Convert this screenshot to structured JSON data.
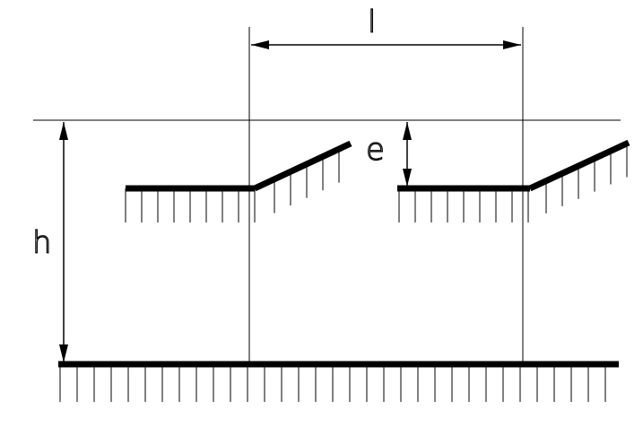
{
  "labels": {
    "l": "l",
    "e": "e",
    "h": "h"
  },
  "colors": {
    "line": "#000000",
    "background": "#ffffff"
  }
}
